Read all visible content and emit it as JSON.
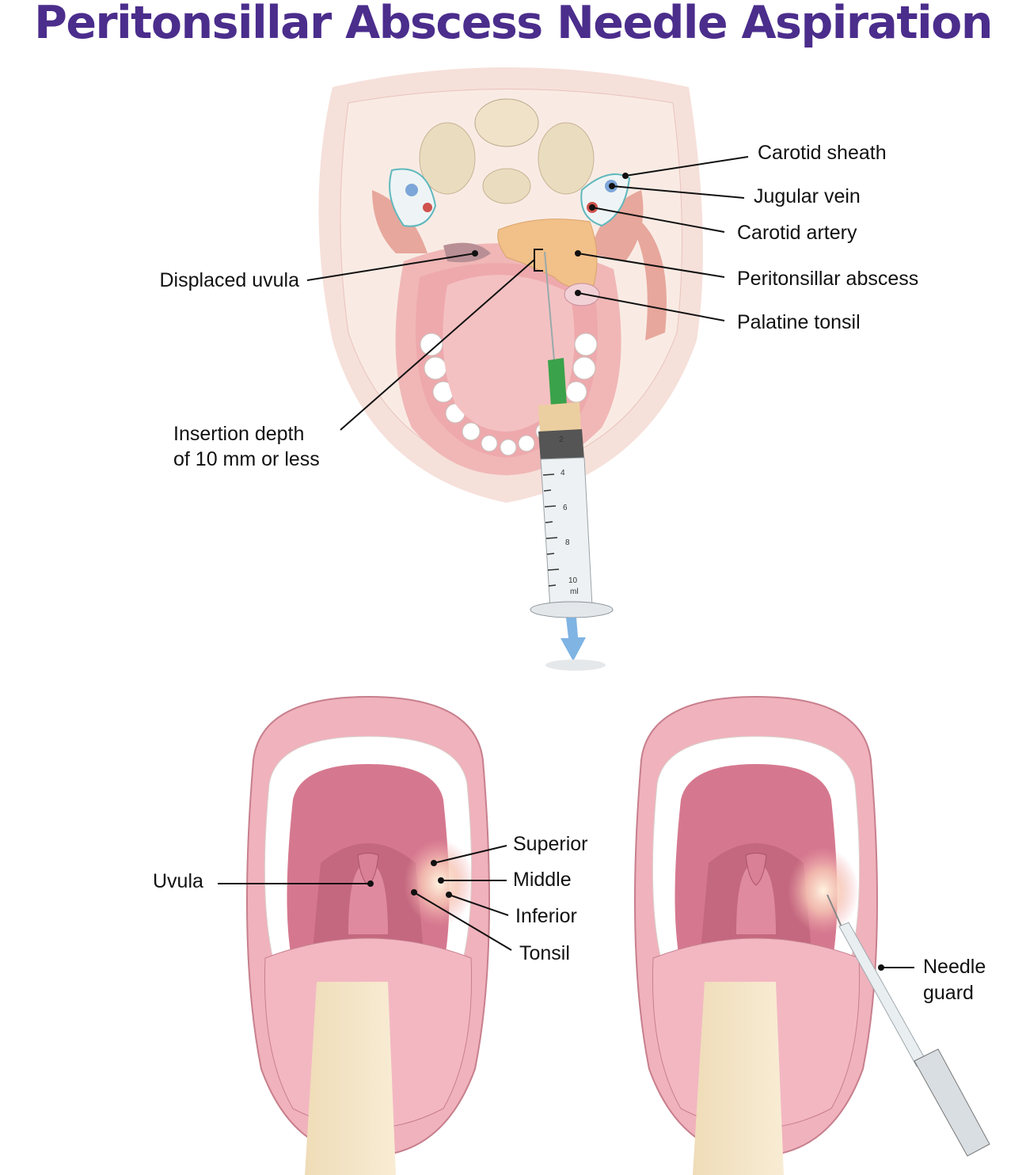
{
  "title": "Peritonsillar Abscess Needle Aspiration",
  "top_figure": {
    "labels": {
      "carotid_sheath": "Carotid sheath",
      "jugular_vein": "Jugular vein",
      "carotid_artery": "Carotid artery",
      "peritonsillar_abscess": "Peritonsillar abscess",
      "palatine_tonsil": "Palatine tonsil",
      "displaced_uvula": "Displaced uvula",
      "insertion_depth_line1": "Insertion depth",
      "insertion_depth_line2": "of 10 mm or less"
    },
    "syringe_scale": [
      "2",
      "4",
      "6",
      "8",
      "10",
      "ml"
    ]
  },
  "bottom_left_figure": {
    "labels": {
      "uvula": "Uvula",
      "superior": "Superior",
      "middle": "Middle",
      "inferior": "Inferior",
      "tonsil": "Tonsil"
    }
  },
  "bottom_right_figure": {
    "labels": {
      "needle_guard_line1": "Needle",
      "needle_guard_line2": "guard"
    }
  },
  "colors": {
    "title": "#4b2d8c",
    "tissue": "#f4d9d2",
    "mouth": "#e79aa9",
    "abscess": "#f2c089",
    "needle_hub": "#3aa24a"
  }
}
